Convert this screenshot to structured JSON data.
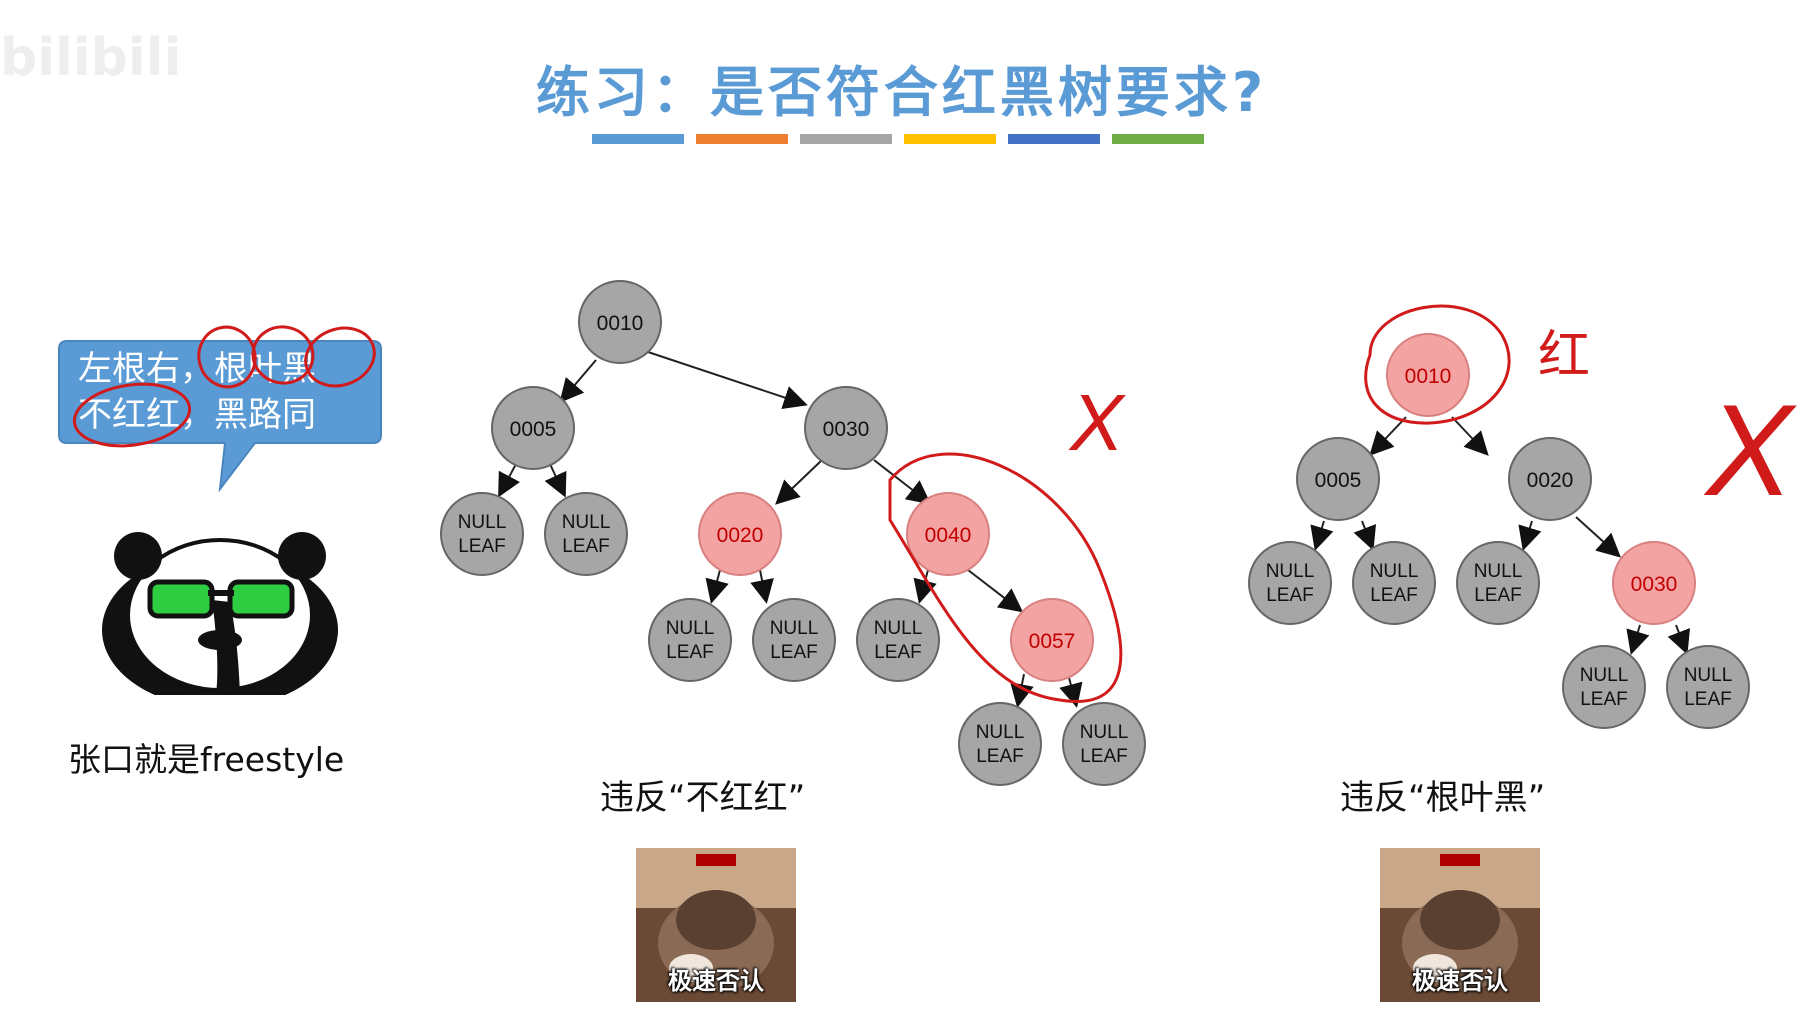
{
  "watermark": "bilibili",
  "title": "练习：是否符合红黑树要求?",
  "colorbar_colors": [
    "#5b9bd5",
    "#ed7d31",
    "#a5a5a5",
    "#ffc000",
    "#4472c4",
    "#70ad47"
  ],
  "bubble": {
    "line1": "左根右，根叶黑",
    "line2": "不红红，黑路同"
  },
  "panda_caption": "张口就是freestyle",
  "tree1": {
    "caption": "违反“不红红”",
    "nodes": {
      "n0010": "0010",
      "n0005": "0005",
      "n0030": "0030",
      "n0020": "0020",
      "n0040": "0040",
      "n0057": "0057"
    },
    "leaf_top": "NULL",
    "leaf_bottom": "LEAF",
    "annotation": "X"
  },
  "tree2": {
    "caption": "违反“根叶黑”",
    "nodes": {
      "n0010": "0010",
      "n0005": "0005",
      "n0020": "0020",
      "n0030": "0030"
    },
    "leaf_top": "NULL",
    "leaf_bottom": "LEAF",
    "annotation_red": "红",
    "annotation": "X"
  },
  "meme_label": "极速否认",
  "colors": {
    "red_node": "#f4a3a3",
    "red_node_text": "#c00000",
    "black_node": "#a6a6a6",
    "bubble": "#5b9bd5",
    "ink": "#d11a1a"
  }
}
